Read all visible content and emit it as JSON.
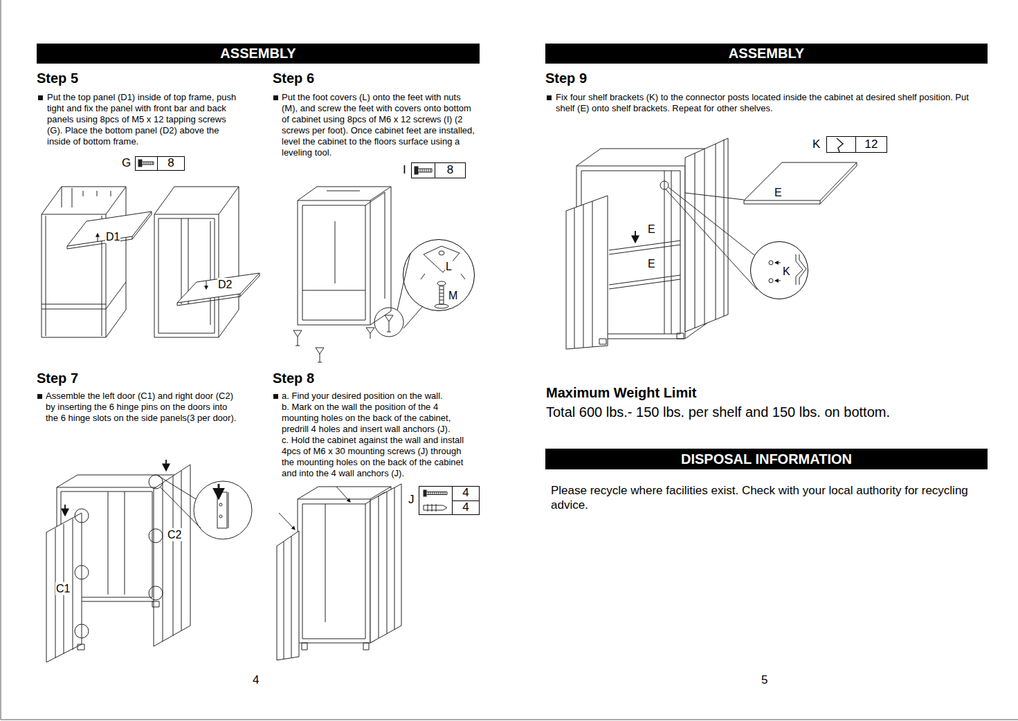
{
  "diagram": {
    "nodes": [
      {
        "text": [
          "ASSEMBLY"
        ]
      },
      {
        "text": [
          "G",
          "8"
        ]
      },
      {
        "text": [
          "I",
          "8"
        ]
      },
      {
        "text": [
          "L",
          "M"
        ]
      },
      {
        "text": [
          "J",
          "4",
          "4"
        ]
      },
      {
        "text": [
          "ASSEMBLY"
        ]
      },
      {
        "text": [
          "K",
          "12"
        ]
      },
      {
        "text": [
          "K"
        ]
      },
      {
        "text": [
          "DISPOSAL INFORMATION"
        ]
      }
    ],
    "labels": [
      "Step 5",
      "Put the top panel (D1) inside of top frame, push tight and fix the panel with front bar and back panels using 8pcs of M5 x 12 tapping screws (G). Place the bottom panel (D2) above the inside of bottom frame.",
      "D1",
      "D2",
      "Step 6",
      "Put the foot covers (L) onto the feet with nuts (M), and screw the feet with covers onto bottom of cabinet using 8pcs of M6 x 12 screws (I) (2 screws per foot). Once cabinet feet are installed, level the cabinet to the floors surface using a leveling tool.",
      "Step 7",
      "Assemble the left door (C1) and right door (C2) by inserting the 6 hinge pins on the doors into the 6 hinge slots on the side panels(3 per door).",
      "C2",
      "C1",
      "Step 8",
      "a. Find your desired position on the wall.",
      "b. Mark on the wall the position of the 4 mounting holes on the back of the cabinet, predrill 4 holes and insert wall anchors (J).",
      "c. Hold the cabinet against the wall and install 4pcs of M6 x 30 mounting screws (J) through the mounting holes on the back of the cabinet and into the 4 wall anchors (J).",
      "4",
      "Step 9",
      "Fix four shelf brackets (K) to the connector posts located inside the cabinet at desired shelf position. Put shelf (E) onto shelf brackets. Repeat for other shelves.",
      "E",
      "E",
      "E",
      "Maximum Weight Limit",
      "Total 600 lbs.- 150 lbs. per shelf and 150 lbs. on bottom.",
      "Please recycle where facilities exist. Check with your local authority for recycling advice.",
      "5"
    ]
  }
}
